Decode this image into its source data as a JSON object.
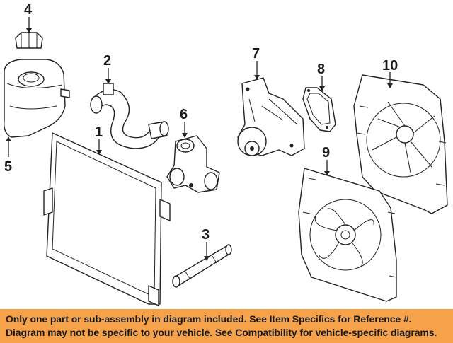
{
  "callouts": {
    "c1": "1",
    "c2": "2",
    "c3": "3",
    "c4": "4",
    "c5": "5",
    "c6": "6",
    "c7": "7",
    "c8": "8",
    "c9": "9",
    "c10": "10"
  },
  "footer": {
    "line1": "Only one part or sub-assembly in diagram included. See Item Specifics for Reference #.",
    "line2": "Diagram may not be specific to your vehicle. See Compatibility for vehicle-specific diagrams."
  },
  "colors": {
    "banner": "#f5a24b",
    "ink": "#1a1a1a"
  }
}
